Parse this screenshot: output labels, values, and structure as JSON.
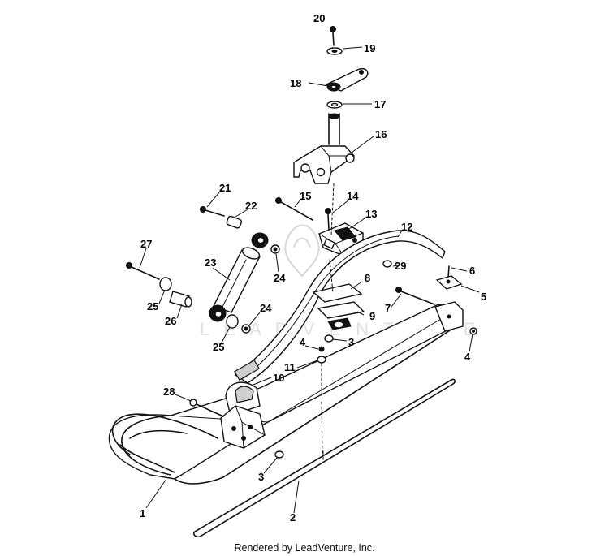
{
  "footer": {
    "credit": "Rendered by LeadVenture, Inc."
  },
  "callouts": [
    {
      "id": "p20",
      "label": "20"
    },
    {
      "id": "p19",
      "label": "19"
    },
    {
      "id": "p18",
      "label": "18"
    },
    {
      "id": "p17",
      "label": "17"
    },
    {
      "id": "p16",
      "label": "16"
    },
    {
      "id": "p21",
      "label": "21"
    },
    {
      "id": "p22",
      "label": "22"
    },
    {
      "id": "p15",
      "label": "15"
    },
    {
      "id": "p14",
      "label": "14"
    },
    {
      "id": "p13",
      "label": "13"
    },
    {
      "id": "p12",
      "label": "12"
    },
    {
      "id": "p27",
      "label": "27"
    },
    {
      "id": "p23",
      "label": "23"
    },
    {
      "id": "p24a",
      "label": "24"
    },
    {
      "id": "p29",
      "label": "29"
    },
    {
      "id": "p6",
      "label": "6"
    },
    {
      "id": "p8",
      "label": "8"
    },
    {
      "id": "p5",
      "label": "5"
    },
    {
      "id": "p25a",
      "label": "25"
    },
    {
      "id": "p26",
      "label": "26"
    },
    {
      "id": "p7",
      "label": "7"
    },
    {
      "id": "p9",
      "label": "9"
    },
    {
      "id": "p24b",
      "label": "24"
    },
    {
      "id": "p3a",
      "label": "3"
    },
    {
      "id": "p25b",
      "label": "25"
    },
    {
      "id": "p4a",
      "label": "4"
    },
    {
      "id": "p4b",
      "label": "4"
    },
    {
      "id": "p11",
      "label": "11"
    },
    {
      "id": "p10",
      "label": "10"
    },
    {
      "id": "p28",
      "label": "28"
    },
    {
      "id": "p3b",
      "label": "3"
    },
    {
      "id": "p1",
      "label": "1"
    },
    {
      "id": "p2",
      "label": "2"
    }
  ]
}
